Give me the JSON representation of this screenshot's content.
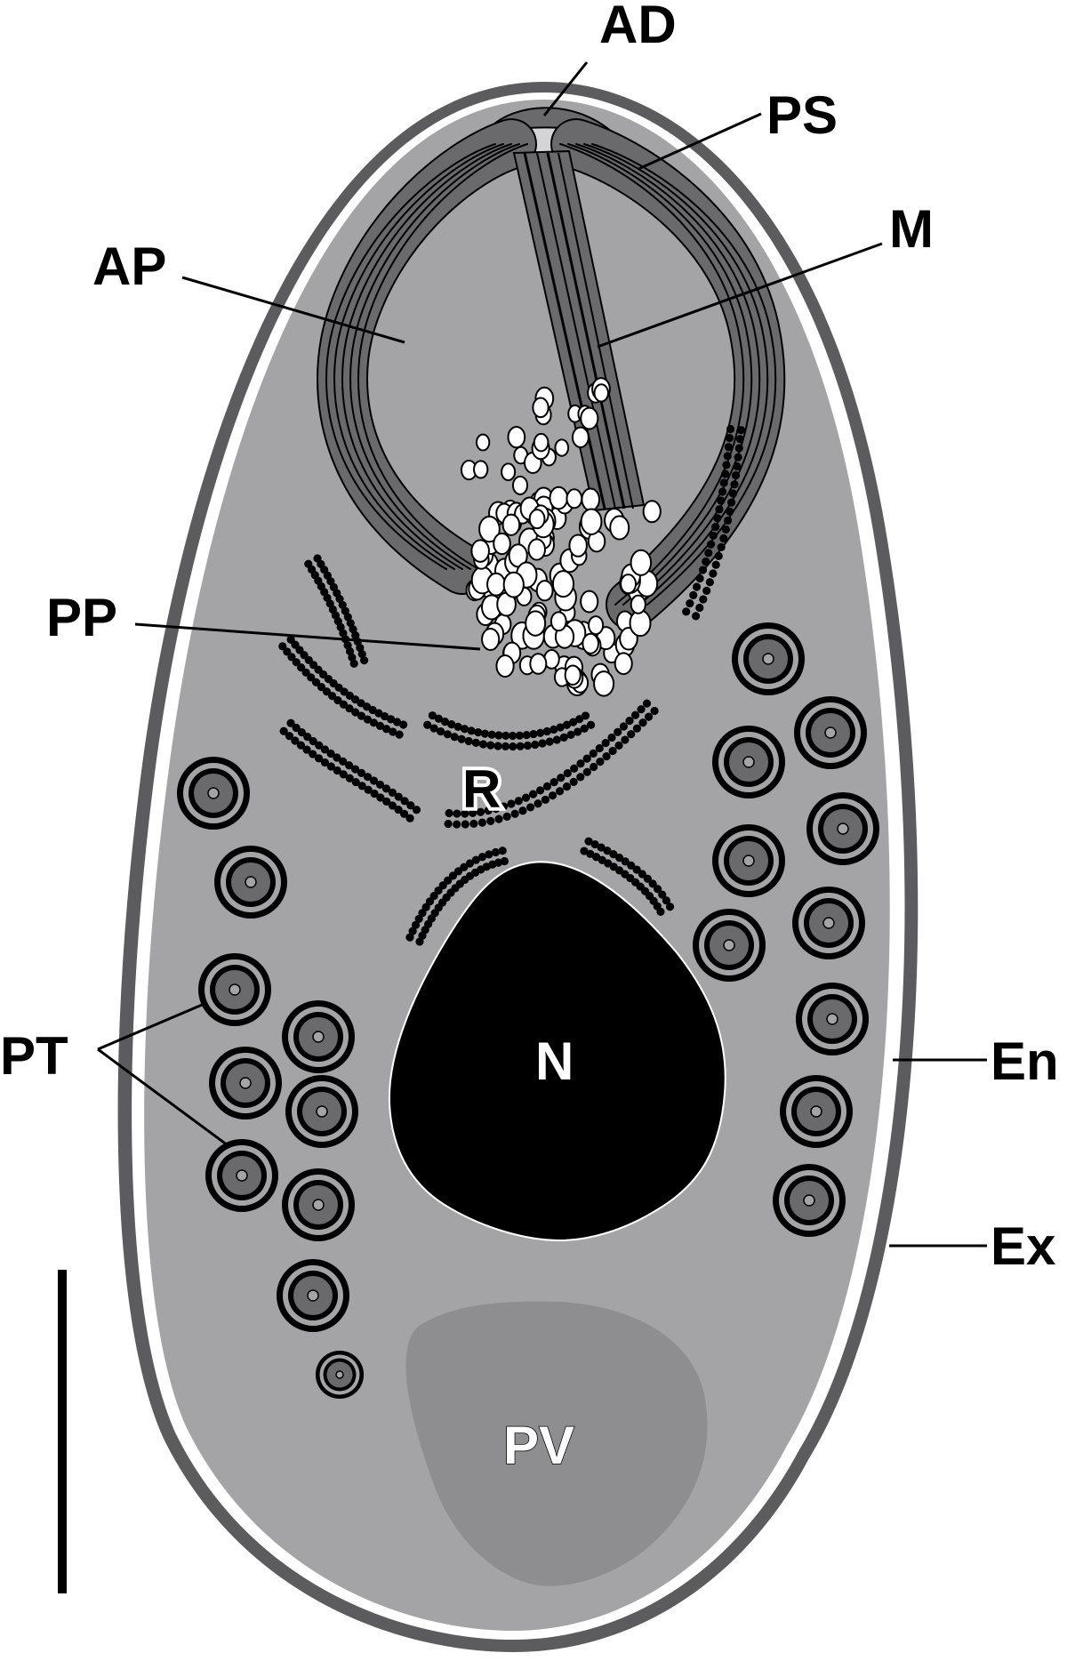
{
  "labels": {
    "AD": "AD",
    "PS": "PS",
    "M": "M",
    "AP": "AP",
    "PP": "PP",
    "R": "R",
    "PT": "PT",
    "N": "N",
    "En": "En",
    "Ex": "Ex",
    "PV": "PV"
  },
  "colors": {
    "exospore": "#5c5c5e",
    "endospore": "#ffffff",
    "sporoplasm": "#a4a4a6",
    "polar_filament": "#6a6a6c",
    "nucleus": "#000000",
    "posterior_vacuole": "#8e8e90",
    "anchoring_disk": "#d4d4d6",
    "scale_bar": "#000000"
  }
}
